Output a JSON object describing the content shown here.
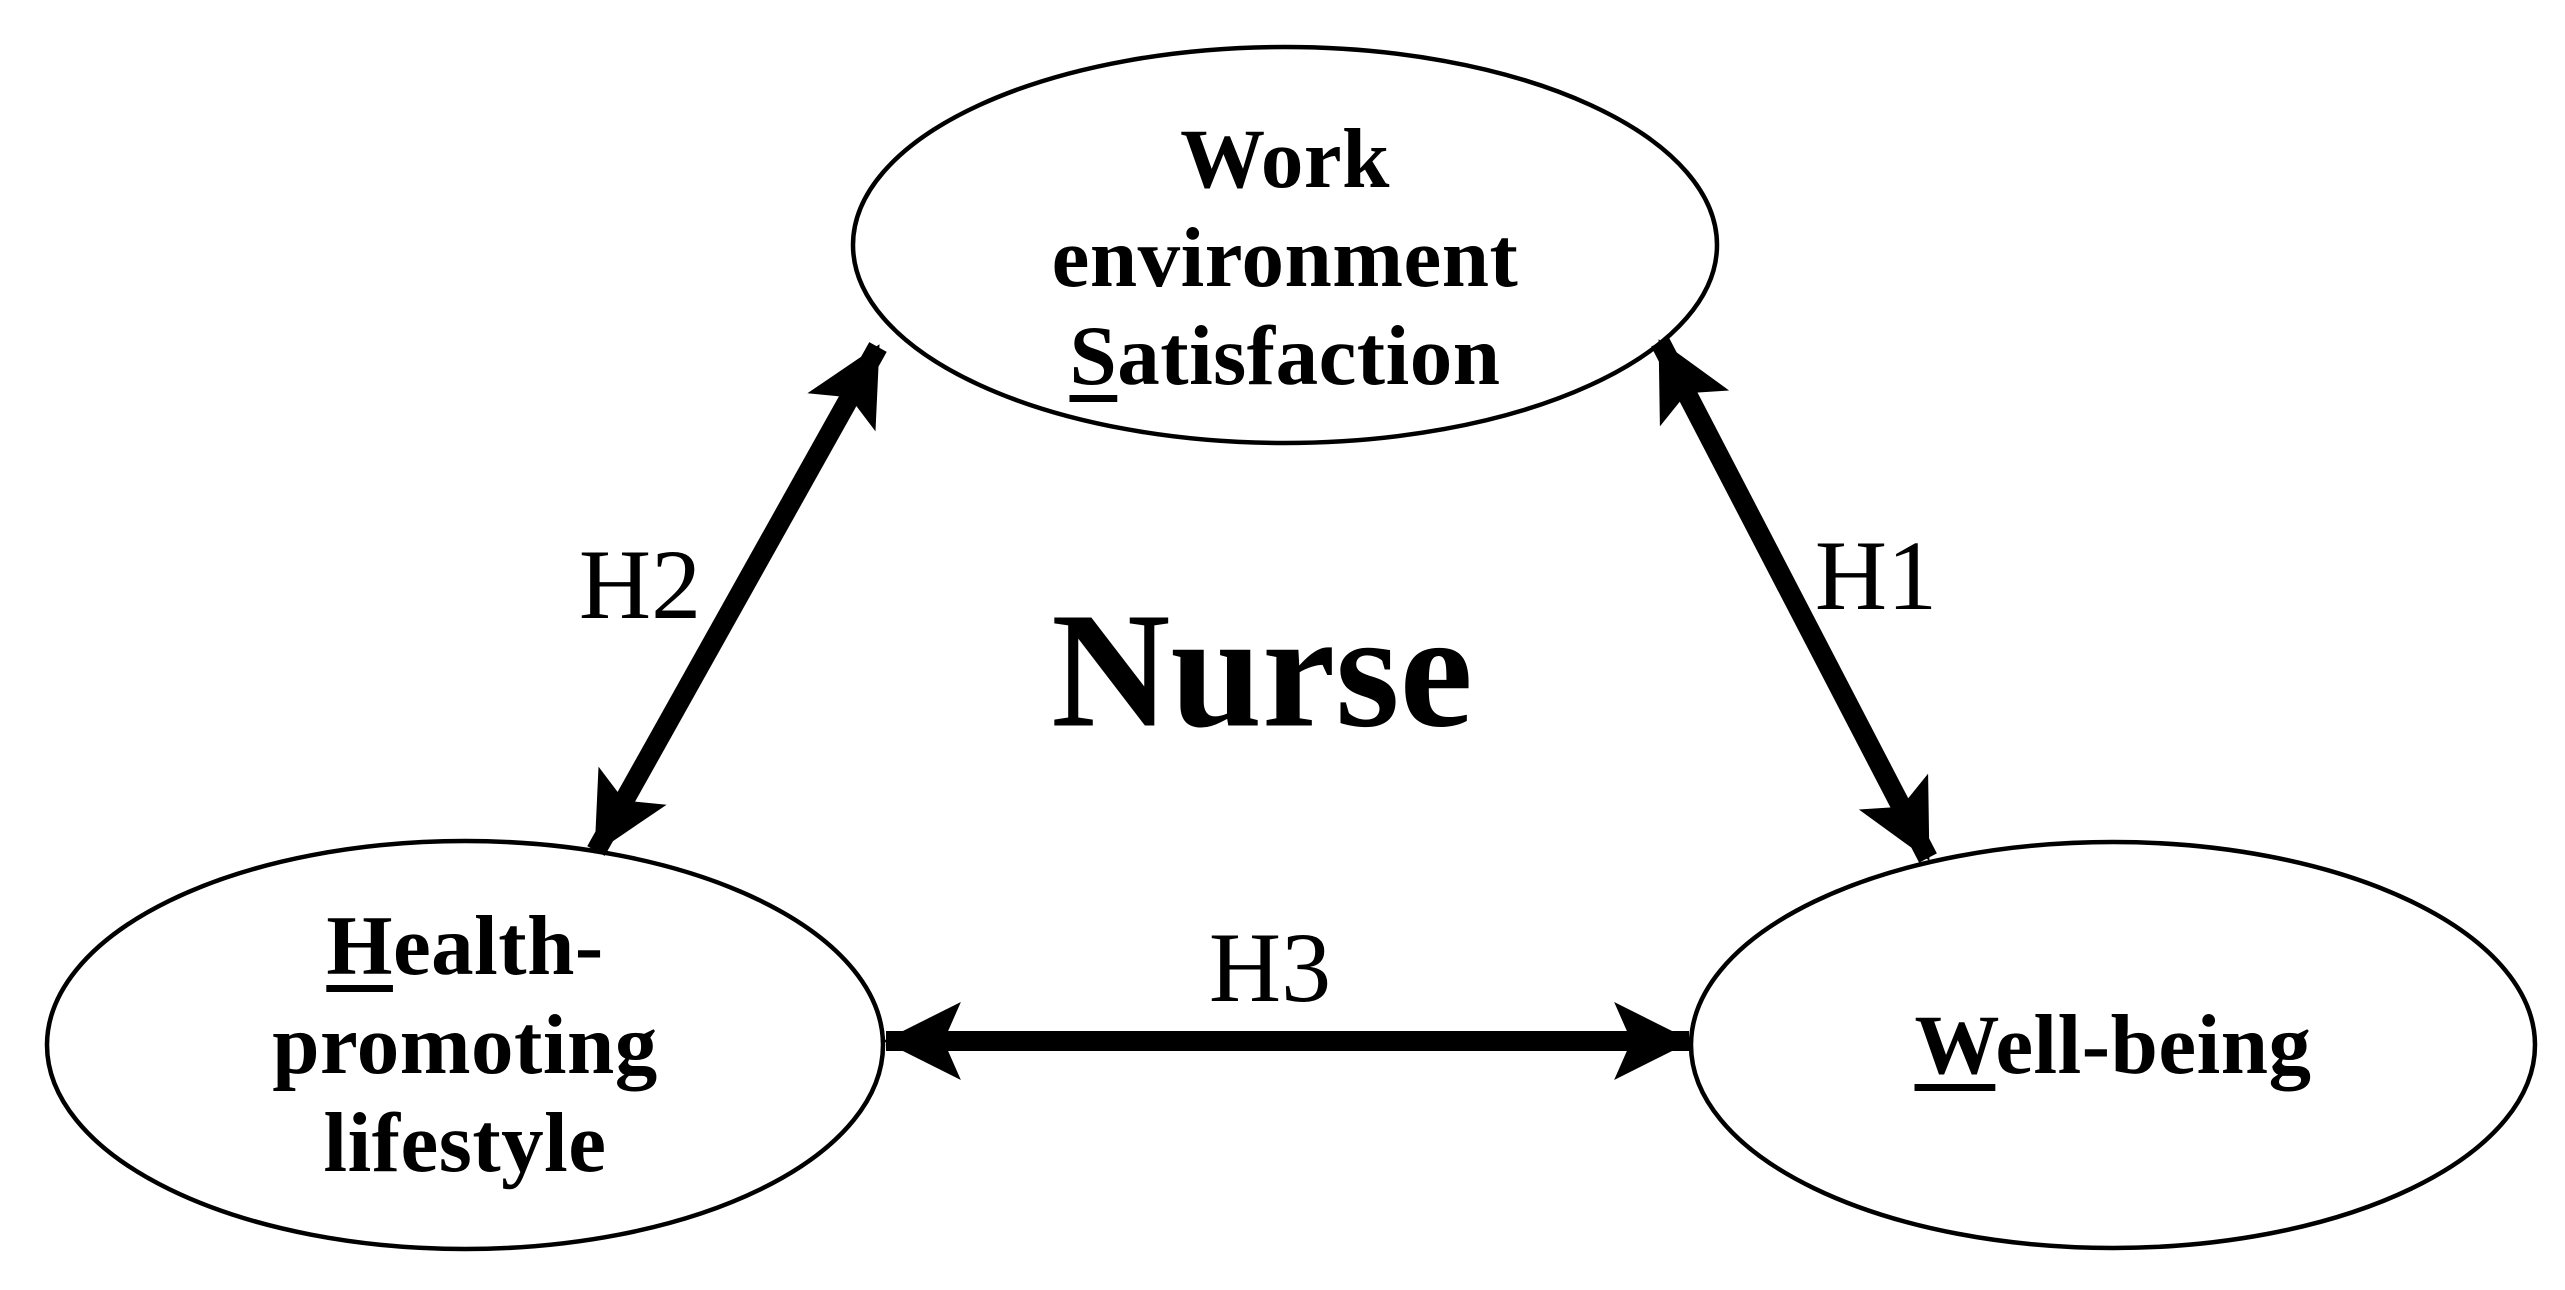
{
  "figure": {
    "center_label": "Nurse",
    "background_color": "#ffffff",
    "line_color": "#000000",
    "text_color": "#000000"
  },
  "nodes": [
    {
      "id": "work-environment-satisfaction",
      "lines": [
        {
          "text": "Work",
          "underline_first": false
        },
        {
          "text": "environment",
          "underline_first": false
        },
        {
          "text": "Satisfaction",
          "underline_first": true
        }
      ]
    },
    {
      "id": "health-promoting-lifestyle",
      "lines": [
        {
          "text": "Health-",
          "underline_first": true
        },
        {
          "text": "promoting",
          "underline_first": false
        },
        {
          "text": "lifestyle",
          "underline_first": false
        }
      ]
    },
    {
      "id": "well-being",
      "lines": [
        {
          "text": "Well-being",
          "underline_first": true
        }
      ]
    }
  ],
  "edges": [
    {
      "id": "h1",
      "label": "H1",
      "from": "work-environment-satisfaction",
      "to": "well-being",
      "bidirectional": true
    },
    {
      "id": "h2",
      "label": "H2",
      "from": "health-promoting-lifestyle",
      "to": "work-environment-satisfaction",
      "bidirectional": true
    },
    {
      "id": "h3",
      "label": "H3",
      "from": "health-promoting-lifestyle",
      "to": "well-being",
      "bidirectional": true
    }
  ]
}
